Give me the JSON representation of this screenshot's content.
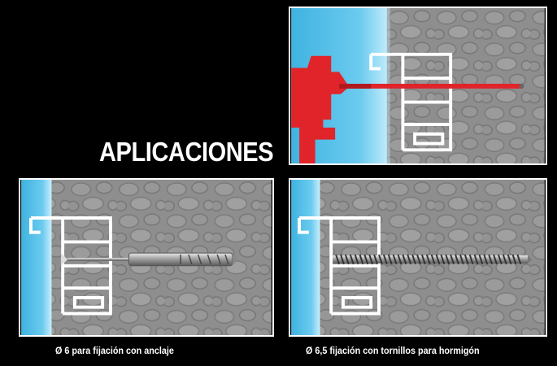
{
  "title": "APLICACIONES",
  "captions": {
    "left": "Ø 6 para fijación con anclaje",
    "right": "Ø 6,5 fijación con tornillos para hormigón"
  },
  "panels": [
    {
      "id": "drill",
      "content": "drill-illustration"
    },
    {
      "id": "anchor",
      "content": "frame-anchor-illustration"
    },
    {
      "id": "screw",
      "content": "concrete-screw-illustration"
    }
  ],
  "colors": {
    "background": "#000000",
    "window_blue": "#5fc4e8",
    "wall_gray": "#8c8c8c",
    "drill_red": "#e0242a",
    "frame_white": "#ffffff",
    "text": "#ffffff"
  }
}
